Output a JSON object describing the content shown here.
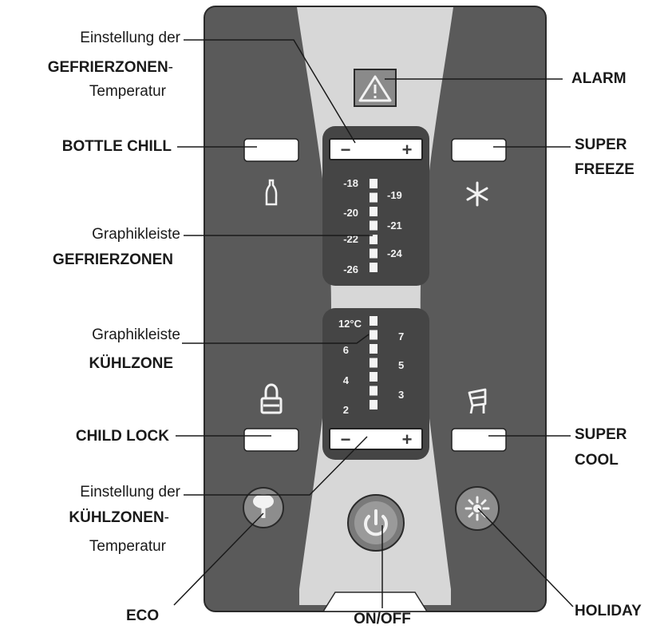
{
  "labels": {
    "freezer_setting": {
      "line1": "Einstellung der",
      "line2": "GEFRIERZONEN",
      "line2_suffix": "-",
      "line3": "Temperatur"
    },
    "bottle_chill": "BOTTLE CHILL",
    "freezer_bar": {
      "line1": "Graphikleiste",
      "line2": "GEFRIERZONEN"
    },
    "cooler_bar": {
      "line1": "Graphikleiste",
      "line2": "KÜHLZONE"
    },
    "child_lock": "CHILD LOCK",
    "cooler_setting": {
      "line1": "Einstellung der",
      "line2": "KÜHLZONEN",
      "line2_suffix": "-",
      "line3": "Temperatur"
    },
    "eco": "ECO",
    "on_off": "ON/OFF",
    "holiday": "HOLIDAY",
    "alarm": "ALARM",
    "super_freeze": {
      "line1": "SUPER",
      "line2": "FREEZE"
    },
    "super_cool": {
      "line1": "SUPER",
      "line2": "COOL"
    }
  },
  "freezer_scale": {
    "left": [
      "-18",
      "-20",
      "-22",
      "-26"
    ],
    "right": [
      "-19",
      "-21",
      "-24"
    ]
  },
  "cooler_scale": {
    "left": [
      "12°C",
      "6",
      "4",
      "2"
    ],
    "right": [
      "7",
      "5",
      "3"
    ]
  },
  "stepper": {
    "minus": "−",
    "plus": "+"
  },
  "icons": {
    "alarm": "warning-triangle",
    "bottle_chill": "bottle",
    "super_freeze": "snowflake",
    "child_lock": "padlock",
    "super_cool": "shopping-cart",
    "eco": "tree",
    "on_off": "power",
    "holiday": "sun"
  },
  "colors": {
    "panel_dark": "#595959",
    "panel_center": "#d9d9d9",
    "display_bg": "#444444",
    "outline": "#222222"
  }
}
